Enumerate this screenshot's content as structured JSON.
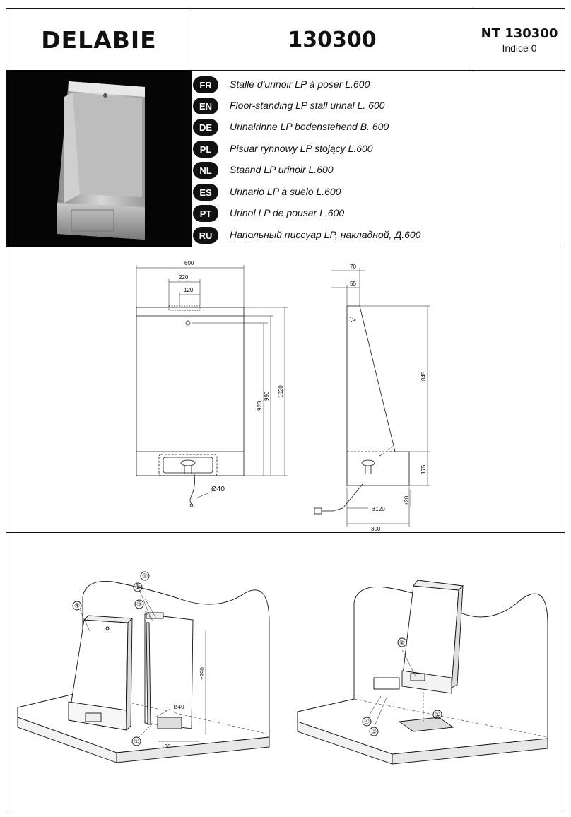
{
  "header": {
    "brand": "DELABIE",
    "reference": "130300",
    "notice": "NT 130300",
    "index": "Indice 0"
  },
  "languages": [
    {
      "code": "FR",
      "text": "Stalle d'urinoir LP à poser L.600"
    },
    {
      "code": "EN",
      "text": "Floor-standing LP stall urinal L. 600"
    },
    {
      "code": "DE",
      "text": "Urinalrinne LP bodenstehend B. 600"
    },
    {
      "code": "PL",
      "text": "Pisuar rynnowy LP stojący L.600"
    },
    {
      "code": "NL",
      "text": "Staand LP urinoir L.600"
    },
    {
      "code": "ES",
      "text": "Urinario LP a suelo L.600"
    },
    {
      "code": "PT",
      "text": "Urinol LP de pousar L.600"
    },
    {
      "code": "RU",
      "text": "Напольный писсуар LP, накладной, Д.600"
    }
  ],
  "front_view": {
    "width": "600",
    "inlet_span": "220",
    "inlet_center": "120",
    "dim_920": "920",
    "dim_990": "990",
    "dim_1020": "1020",
    "drain": "Ø40"
  },
  "side_view": {
    "top_depth": "70",
    "inlet_offset": "55",
    "dim_845": "845",
    "dim_175": "175",
    "drain_offset": "±120",
    "dim_20": "±20",
    "depth": "300"
  },
  "install_left": {
    "callouts": [
      "①",
      "②",
      "③",
      "④",
      "①"
    ],
    "height": "±990",
    "drain": "Ø40",
    "offset": "±30"
  },
  "install_right": {
    "callouts": [
      "②",
      "①",
      "④",
      "③"
    ]
  }
}
